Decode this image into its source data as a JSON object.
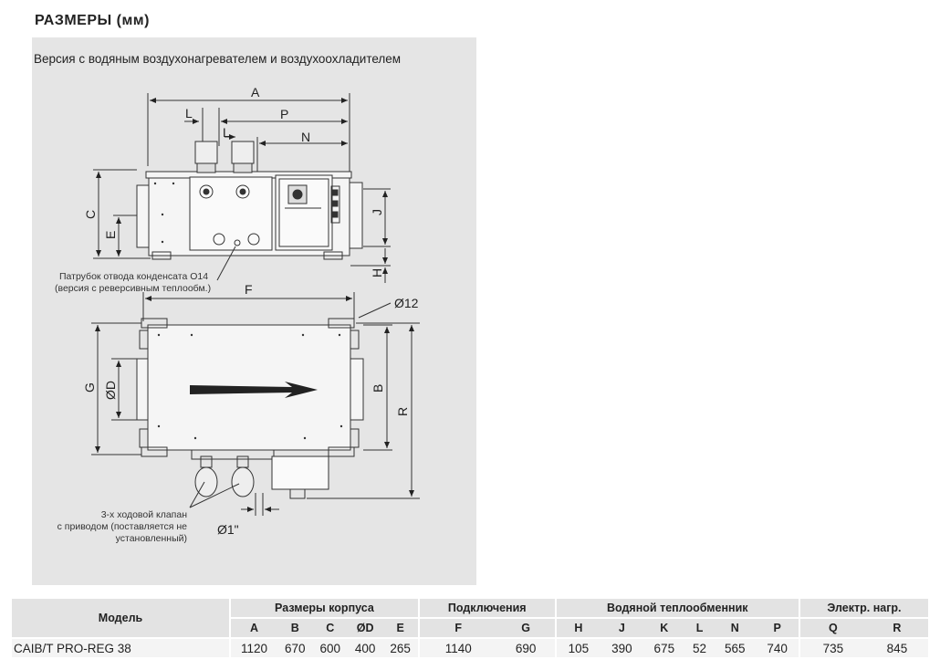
{
  "page": {
    "title": "РАЗМЕРЫ (мм)",
    "subtitle": "Версия с водяным воздухонагревателем и воздухоохладителем"
  },
  "drawing": {
    "dimension_labels": [
      "A",
      "P",
      "N",
      "L",
      "L",
      "C",
      "E",
      "J",
      "H",
      "F",
      "Ø12",
      "G",
      "ØD",
      "B",
      "R",
      "Ø1\""
    ],
    "notes": {
      "condensate_line1": "Патрубок отвода конденсата O14",
      "condensate_line2": "(версия с реверсивным теплообм.)",
      "valve_line1": "3-х ходовой клапан",
      "valve_line2": "с приводом (поставляется не",
      "valve_line3": "установленный)"
    }
  },
  "table": {
    "model_header": "Модель",
    "groups": [
      {
        "label": "Размеры корпуса",
        "cols": [
          "A",
          "B",
          "C",
          "ØD",
          "E"
        ]
      },
      {
        "label": "Подключения",
        "cols": [
          "F",
          "G"
        ]
      },
      {
        "label": "Водяной теплообменник",
        "cols": [
          "H",
          "J",
          "K",
          "L",
          "N",
          "P"
        ]
      },
      {
        "label": "Электр. нагр.",
        "cols": [
          "Q",
          "R"
        ]
      }
    ],
    "rows": [
      {
        "model": "CAIB/T PRO-REG 38",
        "values": [
          "1120",
          "670",
          "600",
          "400",
          "265",
          "1140",
          "690",
          "105",
          "390",
          "675",
          "52",
          "565",
          "740",
          "735",
          "845"
        ]
      }
    ]
  }
}
